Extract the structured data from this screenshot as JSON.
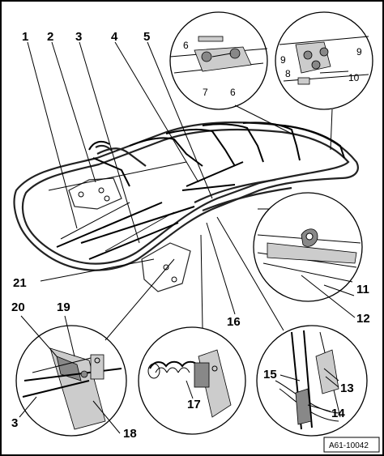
{
  "callouts": {
    "n1": "1",
    "n2": "2",
    "n3": "3",
    "n4": "4",
    "n5": "5",
    "n11": "11",
    "n12": "12",
    "n16": "16",
    "n21": "21",
    "n20": "20",
    "n19": "19",
    "n3b": "3",
    "n18": "18",
    "n17": "17",
    "n15": "15",
    "n13": "13",
    "n14": "14"
  },
  "detail_top_left": {
    "a": "6",
    "b": "7",
    "c": "6"
  },
  "detail_top_right": {
    "a": "9",
    "b": "9",
    "c": "8",
    "d": "10"
  },
  "reference_code": "A61-10042"
}
